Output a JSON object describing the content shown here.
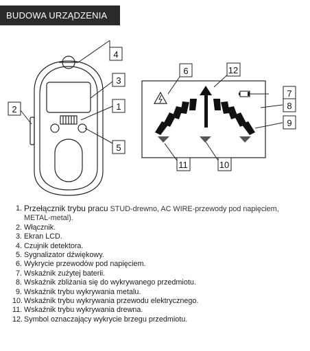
{
  "header": {
    "title": "BUDOWA URZĄDZENIA"
  },
  "figure": {
    "callouts": [
      "1",
      "2",
      "3",
      "4",
      "5",
      "6",
      "7",
      "8",
      "9",
      "10",
      "11",
      "12"
    ]
  },
  "legend": {
    "items": [
      {
        "num": "1.",
        "lead": "Przełącznik trybu pracu",
        "text": " STUD-drewno, AC WIRE-przewody pod napięciem, METAL-metal)."
      },
      {
        "num": "2.",
        "text": "Włącznik."
      },
      {
        "num": "3.",
        "text": "Ekran LCD."
      },
      {
        "num": "4.",
        "text": "Czujnik detektora."
      },
      {
        "num": "5.",
        "text": "Sygnalizator dźwiękowy."
      },
      {
        "num": "6.",
        "text": "Wykrycie przewodów pod napięciem."
      },
      {
        "num": "7.",
        "text": "Wskaźnik zużytej baterii."
      },
      {
        "num": "8.",
        "text": "Wskaźnik zbliżania się do wykrywanego przedmiotu."
      },
      {
        "num": "9.",
        "text": "Wskaźnik trybu wykrywania metalu."
      },
      {
        "num": "10.",
        "text": "Wskaźnik trybu wykrywania przewodu elektrycznego."
      },
      {
        "num": "11.",
        "text": "Wskaźnik trybu wykrywania drewna."
      },
      {
        "num": "12.",
        "text": "Symbol oznaczający wykrycie brzegu przedmiotu."
      }
    ]
  }
}
